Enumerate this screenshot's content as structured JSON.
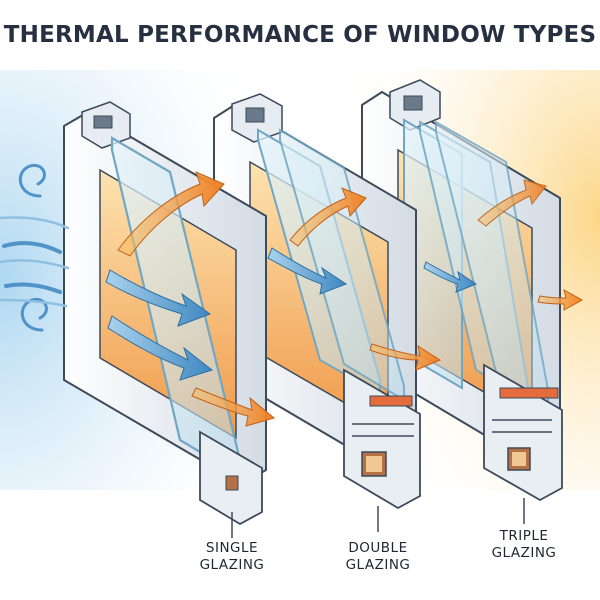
{
  "diagram": {
    "title": "THERMAL PERFORMANCE OF WINDOW TYPES",
    "windows": [
      {
        "id": "single",
        "caption_line1": "SINGLE",
        "caption_line2": "GLAZING",
        "panes": 1
      },
      {
        "id": "double",
        "caption_line1": "DOUBLE",
        "caption_line2": "GLAZING",
        "panes": 2
      },
      {
        "id": "triple",
        "caption_line1": "TRIPLE",
        "caption_line2": "GLAZING",
        "panes": 3
      }
    ]
  },
  "colors": {
    "cold_wind": "#4f93c9",
    "heat_arrow": "#f08a2c",
    "frame_light": "#f4f7fa",
    "frame_mid": "#d7dfe7",
    "frame_shadow": "#aeb9c5",
    "outline": "#3c4a5a",
    "glass": "#cfe8f3",
    "glass_edge": "#6fa7c4",
    "spacer": "#e46c3c",
    "warm_glow": "#f6b15a",
    "title_text": "#263040"
  },
  "icons": [
    "wind-swirl-icon",
    "cold-air-arrow-icon",
    "heat-loss-arrow-icon"
  ]
}
